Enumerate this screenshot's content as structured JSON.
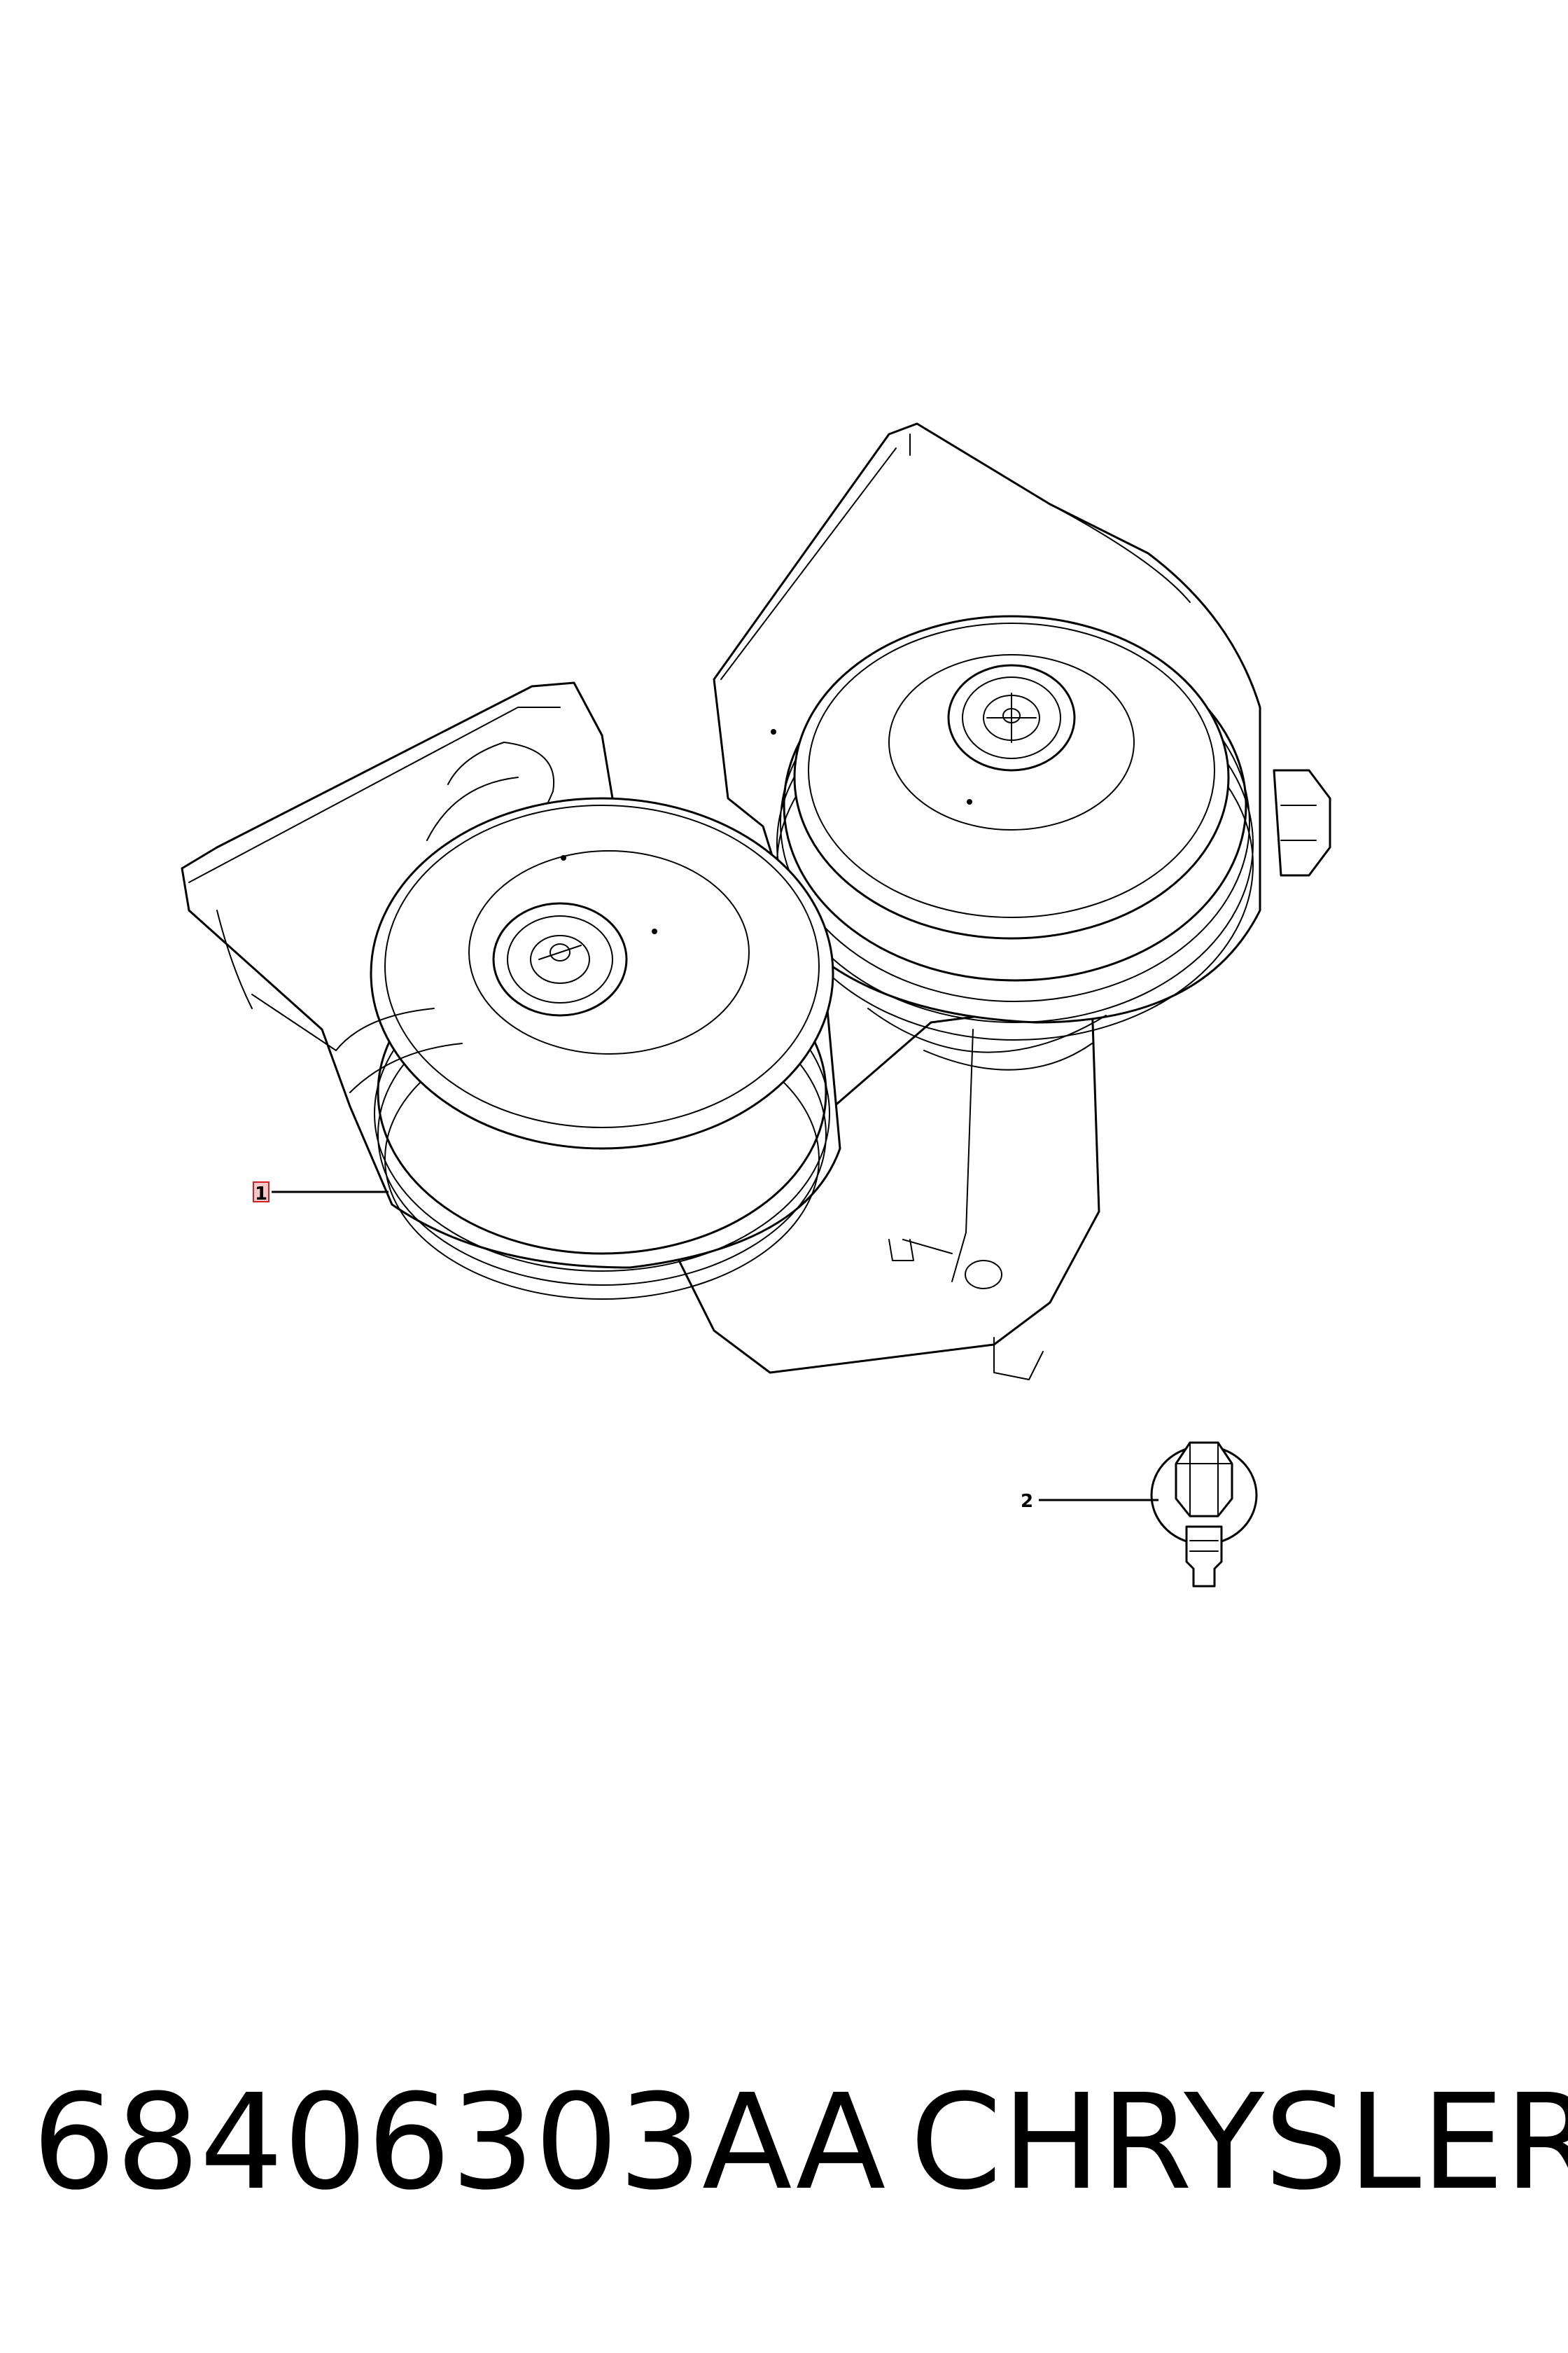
{
  "diagram": {
    "callouts": [
      {
        "label": "1"
      },
      {
        "label": "2"
      }
    ],
    "part_number": "68406303AA",
    "brand": "CHRYSLER",
    "callout_1_highlight_color": "#d02020"
  }
}
